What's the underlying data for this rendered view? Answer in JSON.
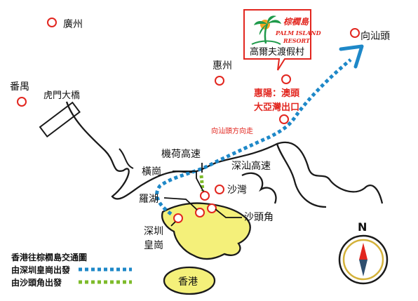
{
  "places": {
    "guangzhou": "廣州",
    "panyu": "番禺",
    "humen_bridge": "虎門大橋",
    "huizhou": "惠州",
    "shantou_direction": "向汕頭",
    "jihe_expressway": "機荷高速",
    "henggang": "橫崗",
    "luohu": "羅湖",
    "shenzhen_huanggang": [
      "深圳",
      "皇崗"
    ],
    "shawan": "沙灣",
    "shatoujiao": "沙頭角",
    "shenshan_expressway": "深汕高速",
    "hongkong": "香港"
  },
  "resort": {
    "brand_cn": "棕櫚島",
    "brand_en_1": "PALM ISLAND",
    "brand_en_2": "RESORT",
    "name": "高爾夫渡假村"
  },
  "exit_label": [
    "惠陽：澳頭",
    "大亞灣出口"
  ],
  "direction_note": "向汕頭方向走",
  "legend": {
    "title": "香港往棕櫚島交通圖",
    "route_huanggang": "由深圳皇崗出發",
    "route_shatoujiao": "由沙頭角出發"
  },
  "compass": {
    "north": "N"
  },
  "colors": {
    "coast": "#1a1a1a",
    "land": "#f4f07a",
    "marker": "#e2261f",
    "route_blue": "#1e88c8",
    "route_green": "#7dbb2a",
    "palm_green": "#1e9a4a",
    "sun": "#f5a623",
    "compass_dark": "#2f4f6f"
  },
  "icons": {
    "palm": "palm-tree-icon",
    "arrow": "route-arrow-icon",
    "compass": "compass-icon"
  }
}
